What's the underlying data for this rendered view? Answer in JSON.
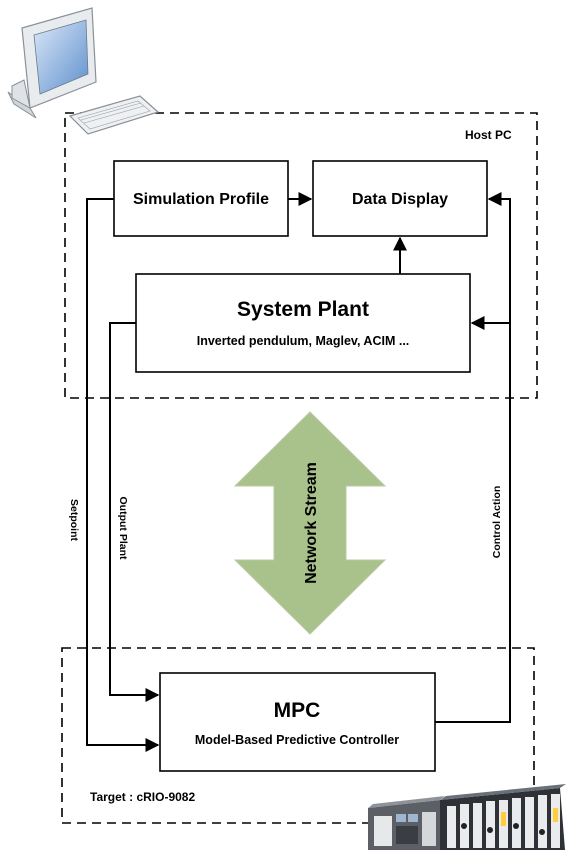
{
  "host": {
    "label": "Host PC",
    "simulation_profile": "Simulation Profile",
    "data_display": "Data Display",
    "system_plant": {
      "title": "System Plant",
      "subtitle": "Inverted pendulum, Maglev, ACIM ..."
    }
  },
  "network": {
    "label": "Network Stream",
    "color": "#a9c18a"
  },
  "signals": {
    "setpoint": "Setpoint",
    "output_plant": "Output Plant",
    "control_action": "Control Action"
  },
  "target": {
    "label": "Target : cRIO-9082",
    "mpc": {
      "title": "MPC",
      "subtitle": "Model-Based Predictive Controller"
    }
  },
  "icons": {
    "host": "desktop-computer-icon",
    "target": "crio-hardware-icon"
  }
}
